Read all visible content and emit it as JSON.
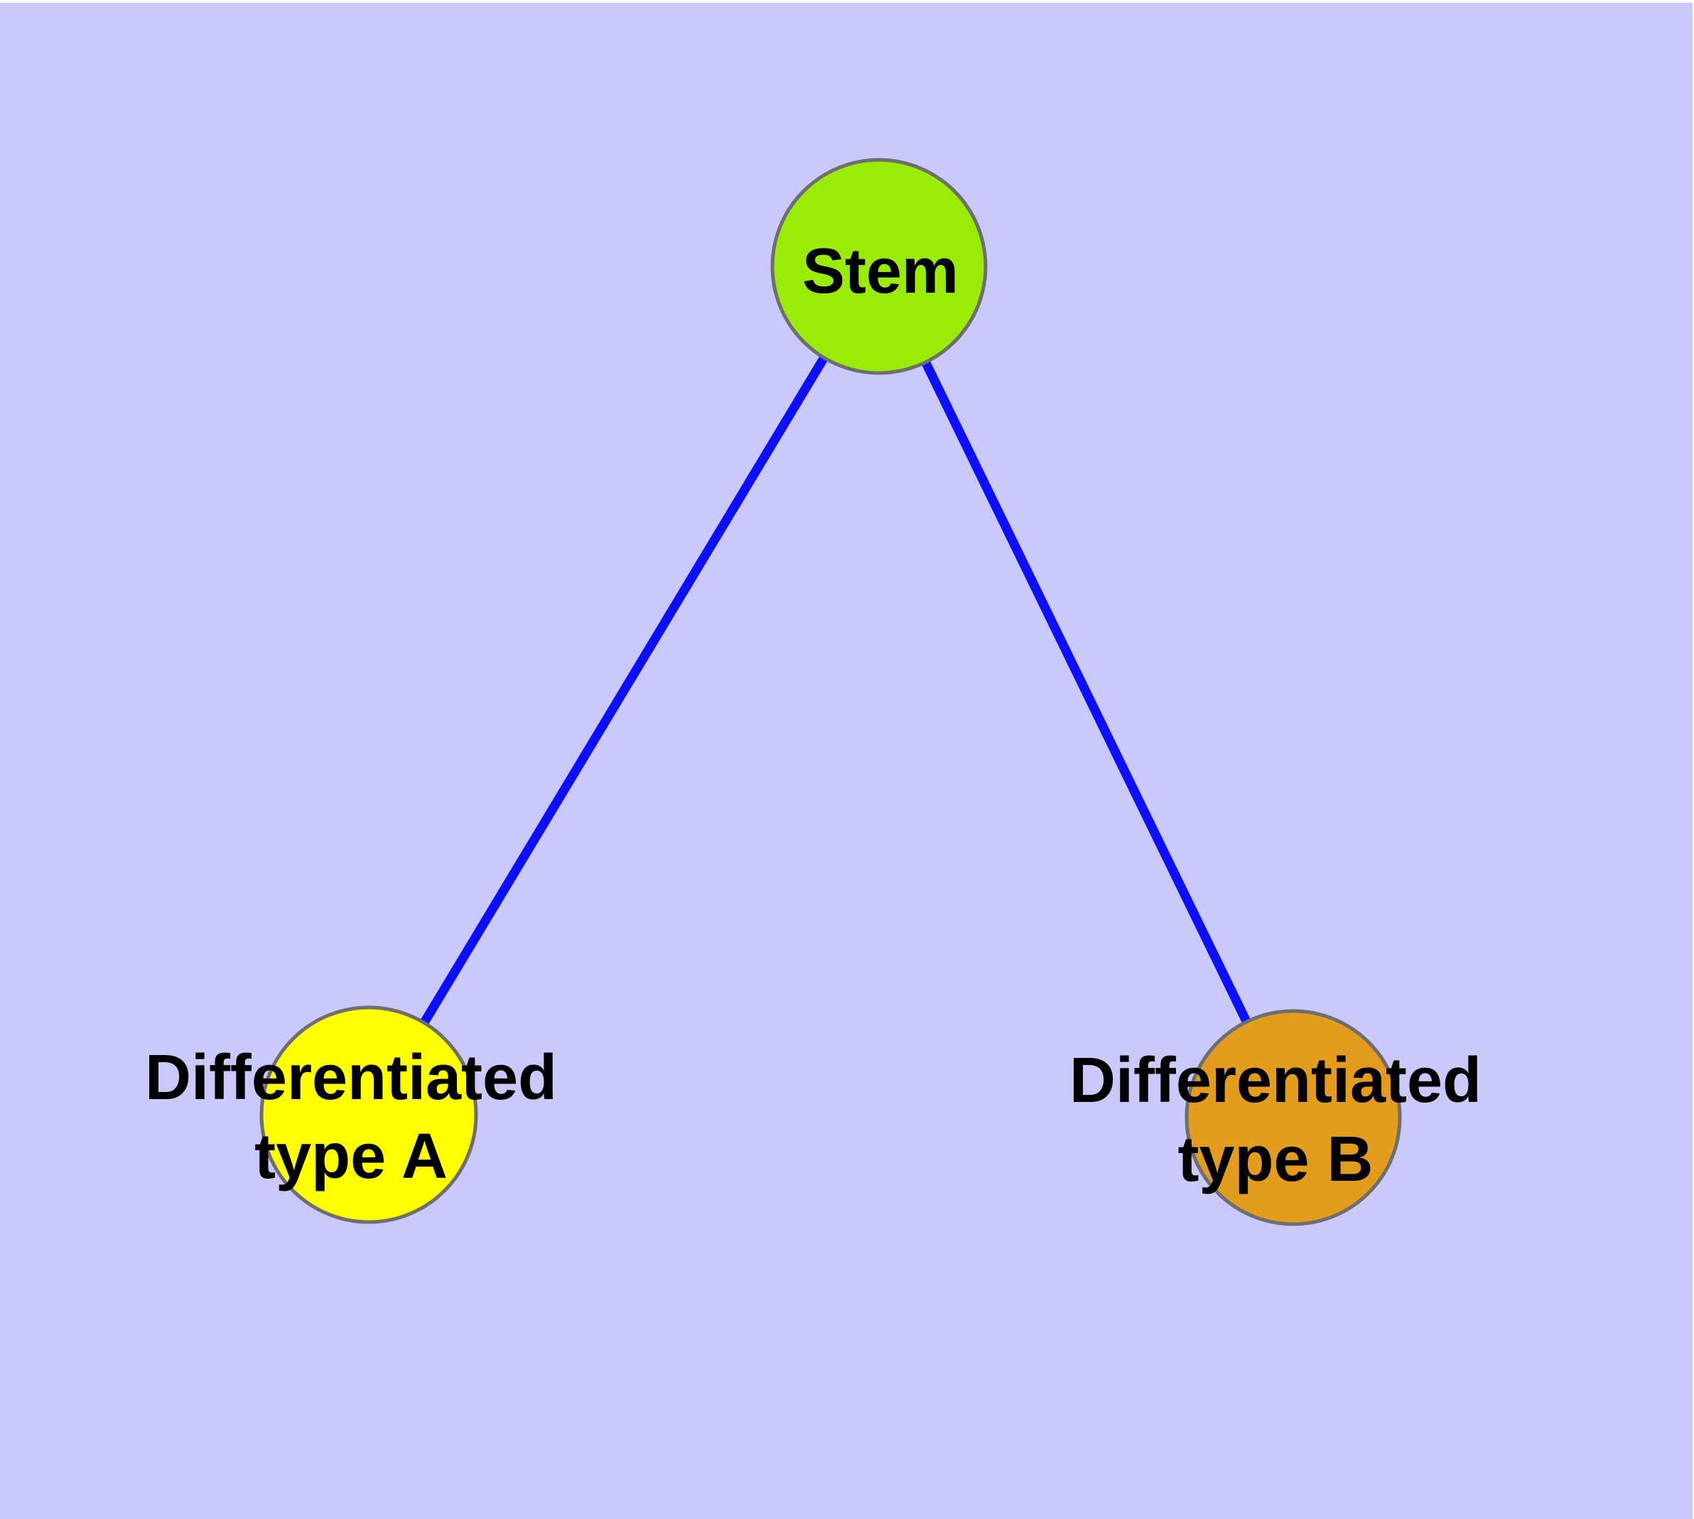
{
  "diagram": {
    "type": "node-link-graph",
    "background_color": "#c9c9fb",
    "edge_color": "#0d0dff",
    "node_border_color": "#6e6e6e",
    "label_color": "#000000",
    "nodes": [
      {
        "id": "stem",
        "label": "Stem",
        "label_line1": "Stem",
        "label_line2": "",
        "fill": "#9aec06"
      },
      {
        "id": "type-a",
        "label": "Differentiated type A",
        "label_line1": "Differentiated",
        "label_line2": "type A",
        "fill": "#ffff00"
      },
      {
        "id": "type-b",
        "label": "Differentiated type B",
        "label_line1": "Differentiated",
        "label_line2": "type B",
        "fill": "#e49c1c"
      }
    ],
    "edges": [
      {
        "from": "Stem",
        "to": "Differentiated type A"
      },
      {
        "from": "Stem",
        "to": "Differentiated type B"
      }
    ]
  }
}
